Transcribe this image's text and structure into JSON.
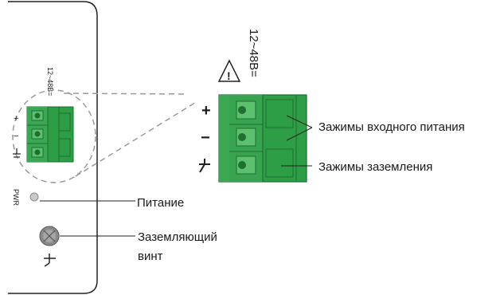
{
  "device": {
    "small_voltage_label": "12~48В=",
    "pwr_label": "PWR",
    "small_plus": "+",
    "small_minus": "−"
  },
  "connector": {
    "voltage_label": "12~48В=",
    "warning_symbol": "!",
    "plus_label": "+",
    "minus_label": "−"
  },
  "callouts": {
    "input_power": "Зажимы входного питания",
    "grounding": "Зажимы заземления",
    "power": "Питание",
    "ground_screw_line1": "Заземляющий",
    "ground_screw_line2": "винт"
  },
  "colors": {
    "terminal_green": "#2e9e46",
    "terminal_dark": "#1f6e32",
    "terminal_light": "#5cc06e",
    "line_gray": "#8c8c8c"
  }
}
